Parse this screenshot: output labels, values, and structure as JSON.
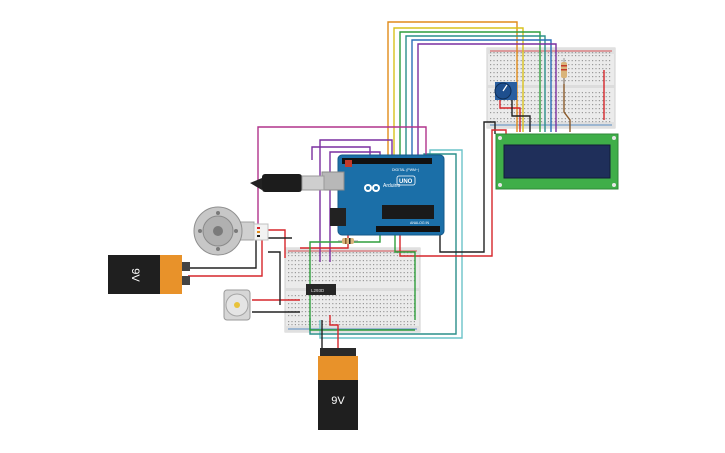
{
  "diagram": {
    "arduino": {
      "brand_text": "Arduino",
      "model_text": "UNO",
      "digital_label": "DIGITAL (PWM~)",
      "analog_label": "ANALOG IN"
    },
    "battery_left": {
      "label": "9V"
    },
    "battery_bottom": {
      "label": "9V"
    },
    "motor_driver": {
      "label": "L293D"
    },
    "lcd": {
      "lines": [
        "",
        ""
      ]
    },
    "colors": {
      "wire_red": "#d6262b",
      "wire_black": "#222222",
      "wire_purple": "#7a2fa0",
      "wire_magenta": "#b0348c",
      "wire_orange": "#e08b1a",
      "wire_yellow": "#d8c21c",
      "wire_green": "#2f9e3c",
      "wire_teal": "#2a8f8a",
      "wire_blue": "#2a6fb8",
      "wire_cyan": "#6cc3c9",
      "arduino_blue": "#1b6fa8",
      "lcd_green": "#3fae49",
      "lcd_screen": "#1f2f5a",
      "battery_orange": "#e8922a",
      "breadboard": "#e9e9e9"
    }
  }
}
